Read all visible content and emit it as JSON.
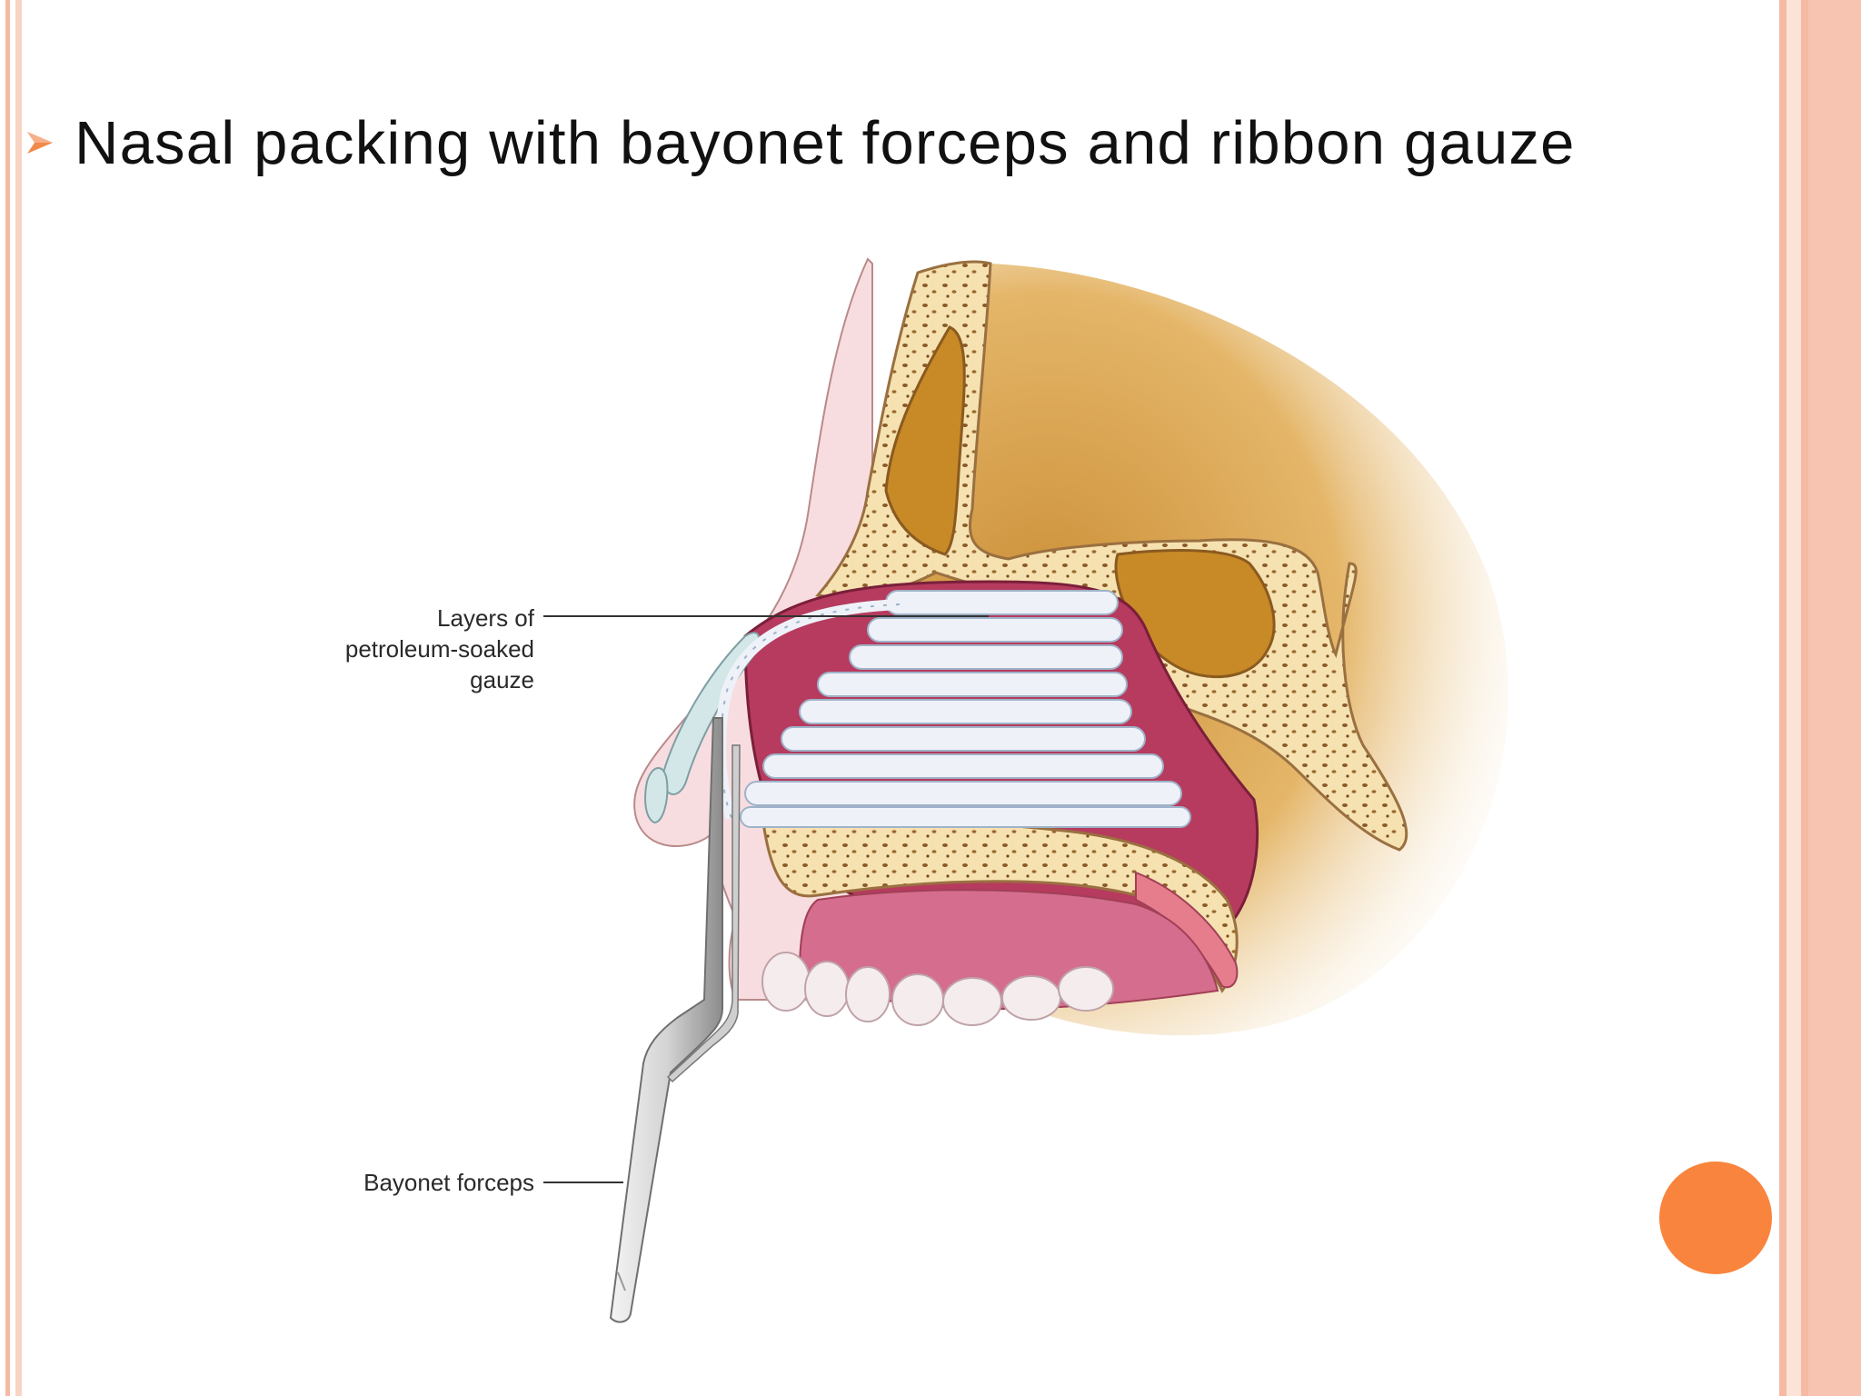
{
  "slide": {
    "title": "Nasal packing with bayonet forceps and ribbon gauze",
    "bullet_icon": "arrow-bullet-icon",
    "accent_color": "#f9843d",
    "frame_color": "#f6b9a3"
  },
  "figure": {
    "labels": {
      "gauze_line1": "Layers of",
      "gauze_line2": "petroleum-soaked",
      "gauze_line3": "gauze",
      "forceps": "Bayonet forceps"
    }
  }
}
